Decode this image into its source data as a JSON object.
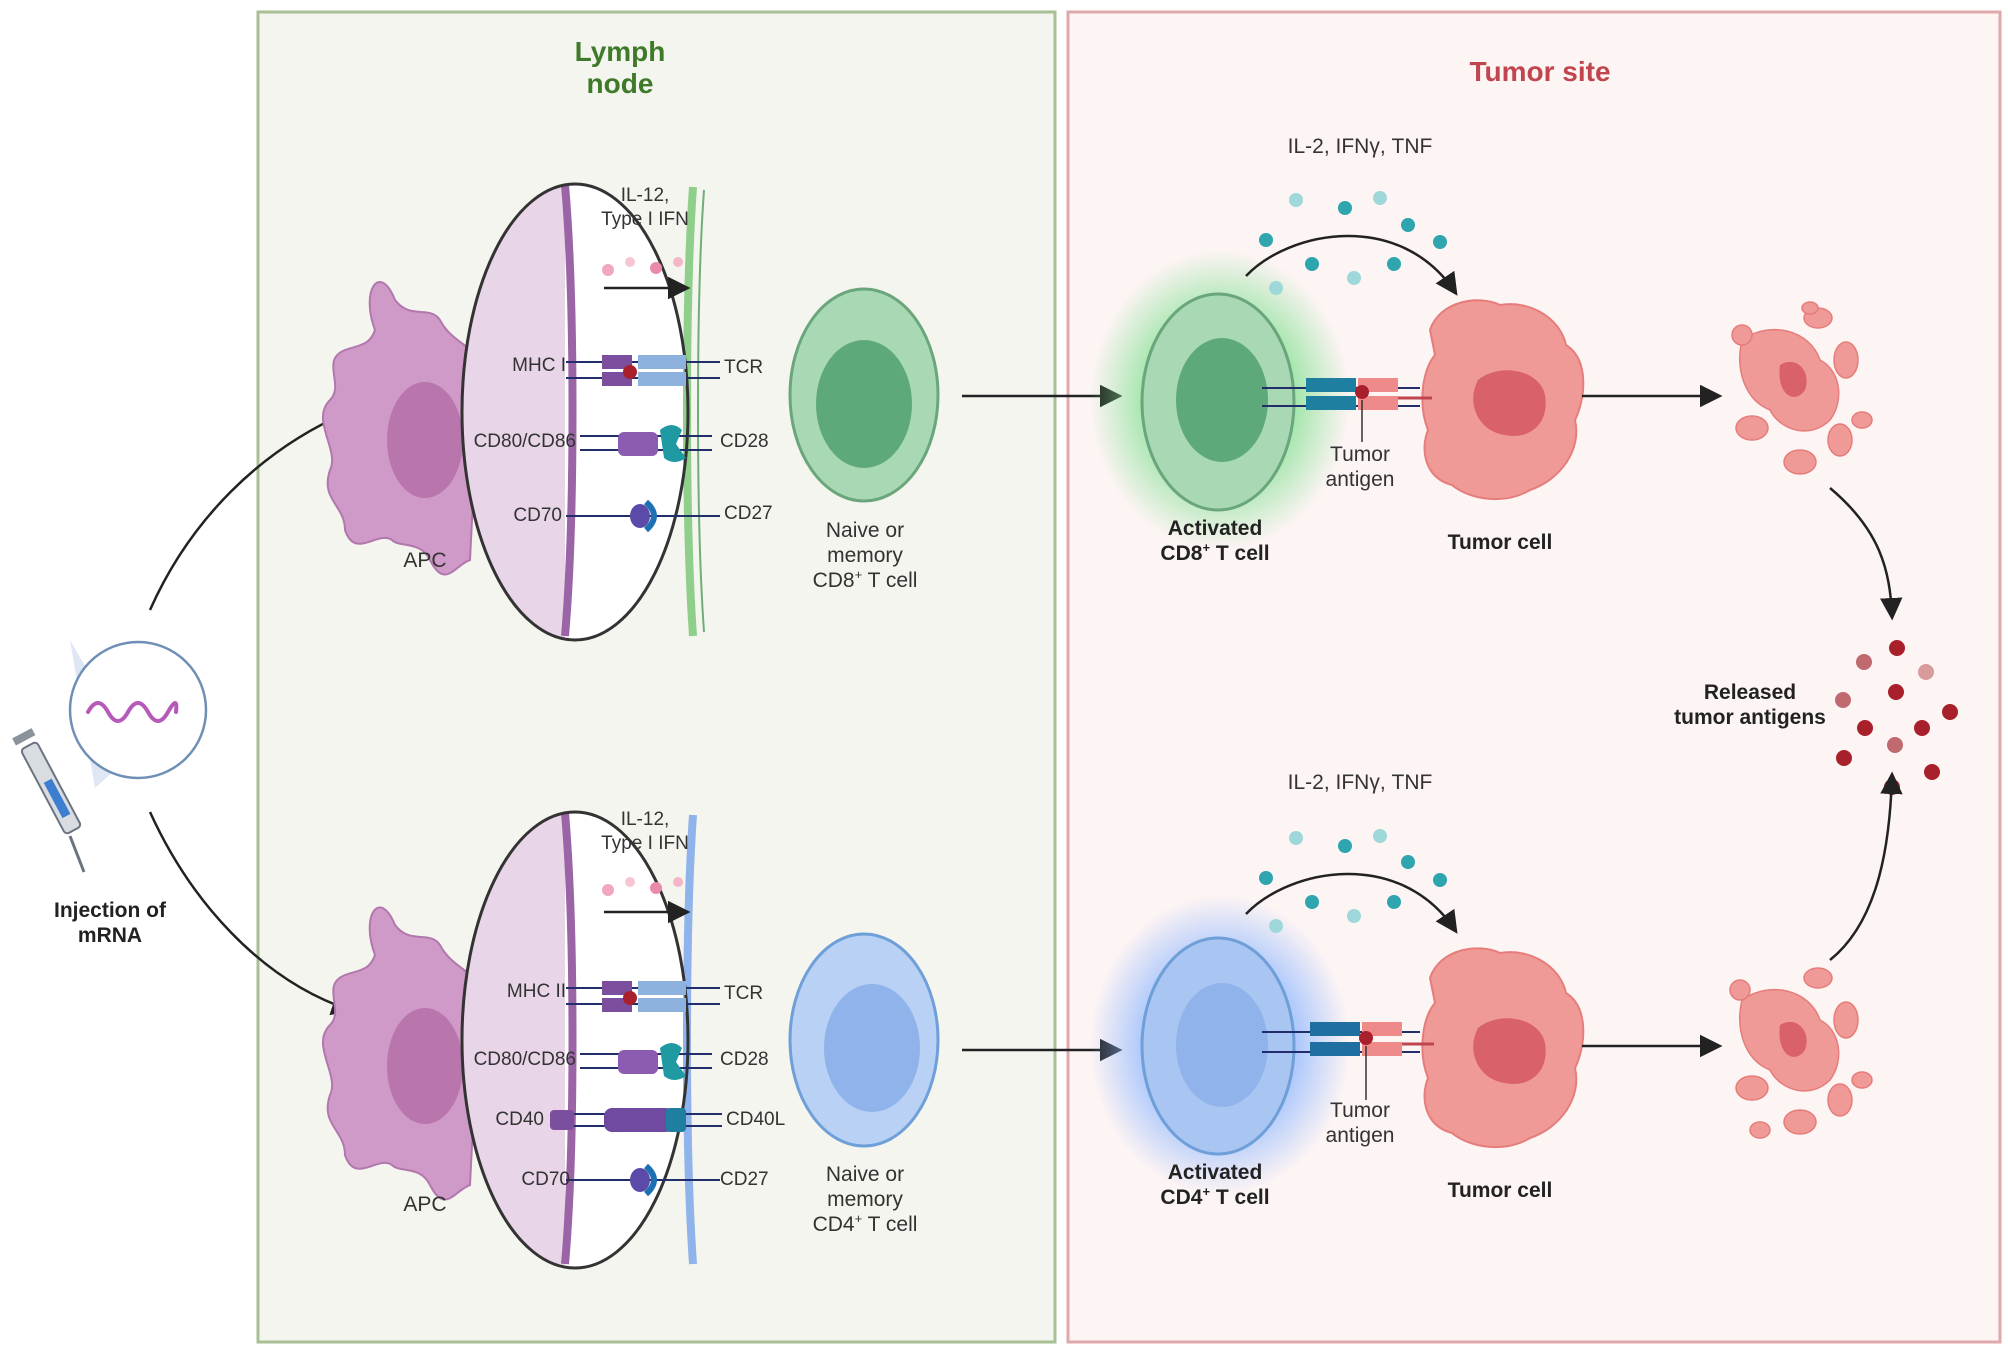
{
  "injection": {
    "label_line1": "Injection of",
    "label_line2": "mRNA"
  },
  "lymph_node": {
    "title_line1": "Lymph",
    "title_line2": "node",
    "top": {
      "cytokines_line1": "IL-12,",
      "cytokines_line2": "Type I IFN",
      "apc_label": "APC",
      "pairs": [
        {
          "left": "MHC I",
          "right": "TCR"
        },
        {
          "left": "CD80/CD86",
          "right": "CD28"
        },
        {
          "left": "CD70",
          "right": "CD27"
        }
      ],
      "tcell_line1": "Naive or",
      "tcell_line2": "memory",
      "tcell_line3_pre": "CD8",
      "tcell_sup": "+",
      "tcell_line3_post": " T cell"
    },
    "bottom": {
      "cytokines_line1": "IL-12,",
      "cytokines_line2": "Type I IFN",
      "apc_label": "APC",
      "pairs": [
        {
          "left": "MHC II",
          "right": "TCR"
        },
        {
          "left": "CD80/CD86",
          "right": "CD28"
        },
        {
          "left": "CD40",
          "right": "CD40L"
        },
        {
          "left": "CD70",
          "right": "CD27"
        }
      ],
      "tcell_line1": "Naive or",
      "tcell_line2": "memory",
      "tcell_line3_pre": "CD4",
      "tcell_sup": "+",
      "tcell_line3_post": " T cell"
    }
  },
  "tumor_site": {
    "title": "Tumor site",
    "top": {
      "cytokines": "IL-2, IFNγ, TNF",
      "activated_line1": "Activated",
      "activated_line2_pre": "CD8",
      "activated_sup": "+",
      "activated_line2_post": " T cell",
      "antigen_line1": "Tumor",
      "antigen_line2": "antigen",
      "tumor_cell": "Tumor cell"
    },
    "bottom": {
      "cytokines": "IL-2, IFNγ, TNF",
      "activated_line1": "Activated",
      "activated_line2_pre": "CD4",
      "activated_sup": "+",
      "activated_line2_post": " T cell",
      "antigen_line1": "Tumor",
      "antigen_line2": "antigen",
      "tumor_cell": "Tumor cell"
    },
    "released_line1": "Released",
    "released_line2": "tumor antigens"
  },
  "colors": {
    "lymph_panel_bg": "#f3f5ee",
    "lymph_panel_border": "#a9bf95",
    "lymph_title": "#3f7a2a",
    "tumor_panel_bg": "#fdf4f4",
    "tumor_panel_border": "#dfa9ab",
    "tumor_title": "#c0454e",
    "apc": "#c98fc1",
    "apc_membrane": "#9b64a6",
    "cd8_green": "#7fbf92",
    "cd4_blue": "#8fb3ea",
    "tumor_pink": "#ef8f8f",
    "cytokine_teal": "#2fa5b0",
    "antigen_red": "#a8202c",
    "mrna_purple": "#b55ab8"
  }
}
